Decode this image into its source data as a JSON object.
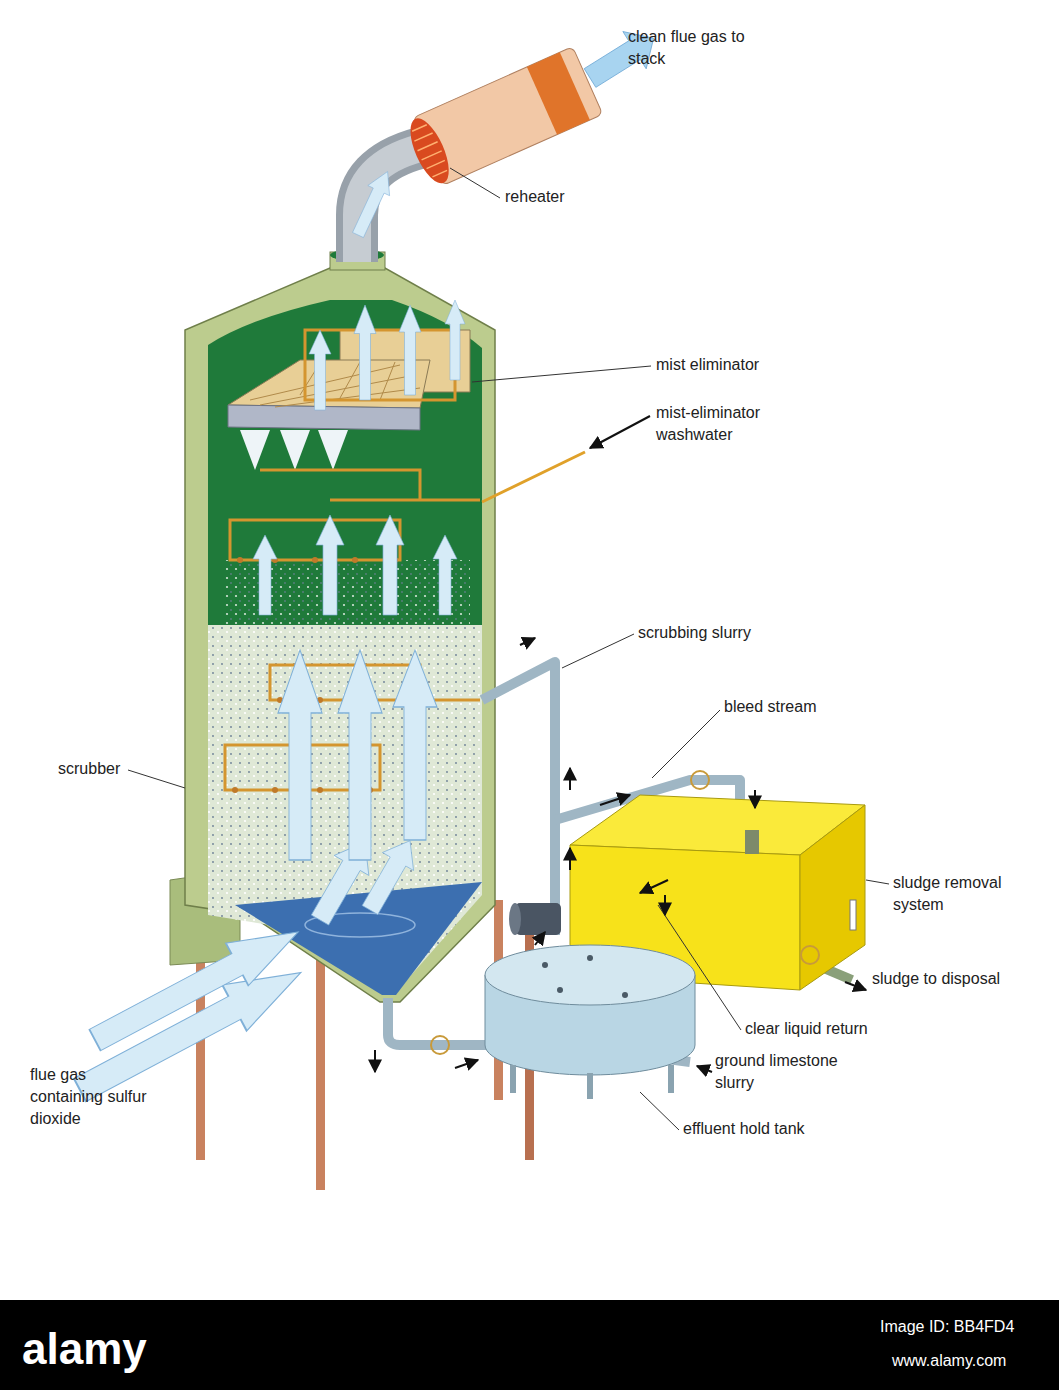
{
  "diagram": {
    "labels": [
      "clean flue gas to stack",
      "reheater",
      "mist eliminator",
      "mist-eliminator washwater",
      "scrubbing slurry",
      "bleed stream",
      "scrubber",
      "sludge removal system",
      "sludge to disposal",
      "clear liquid return",
      "ground limestone slurry",
      "flue gas containing sulfur dioxide",
      "effluent hold tank",
      "alamy",
      "Image ID: BB4FD4",
      "www.alamy.com"
    ]
  }
}
